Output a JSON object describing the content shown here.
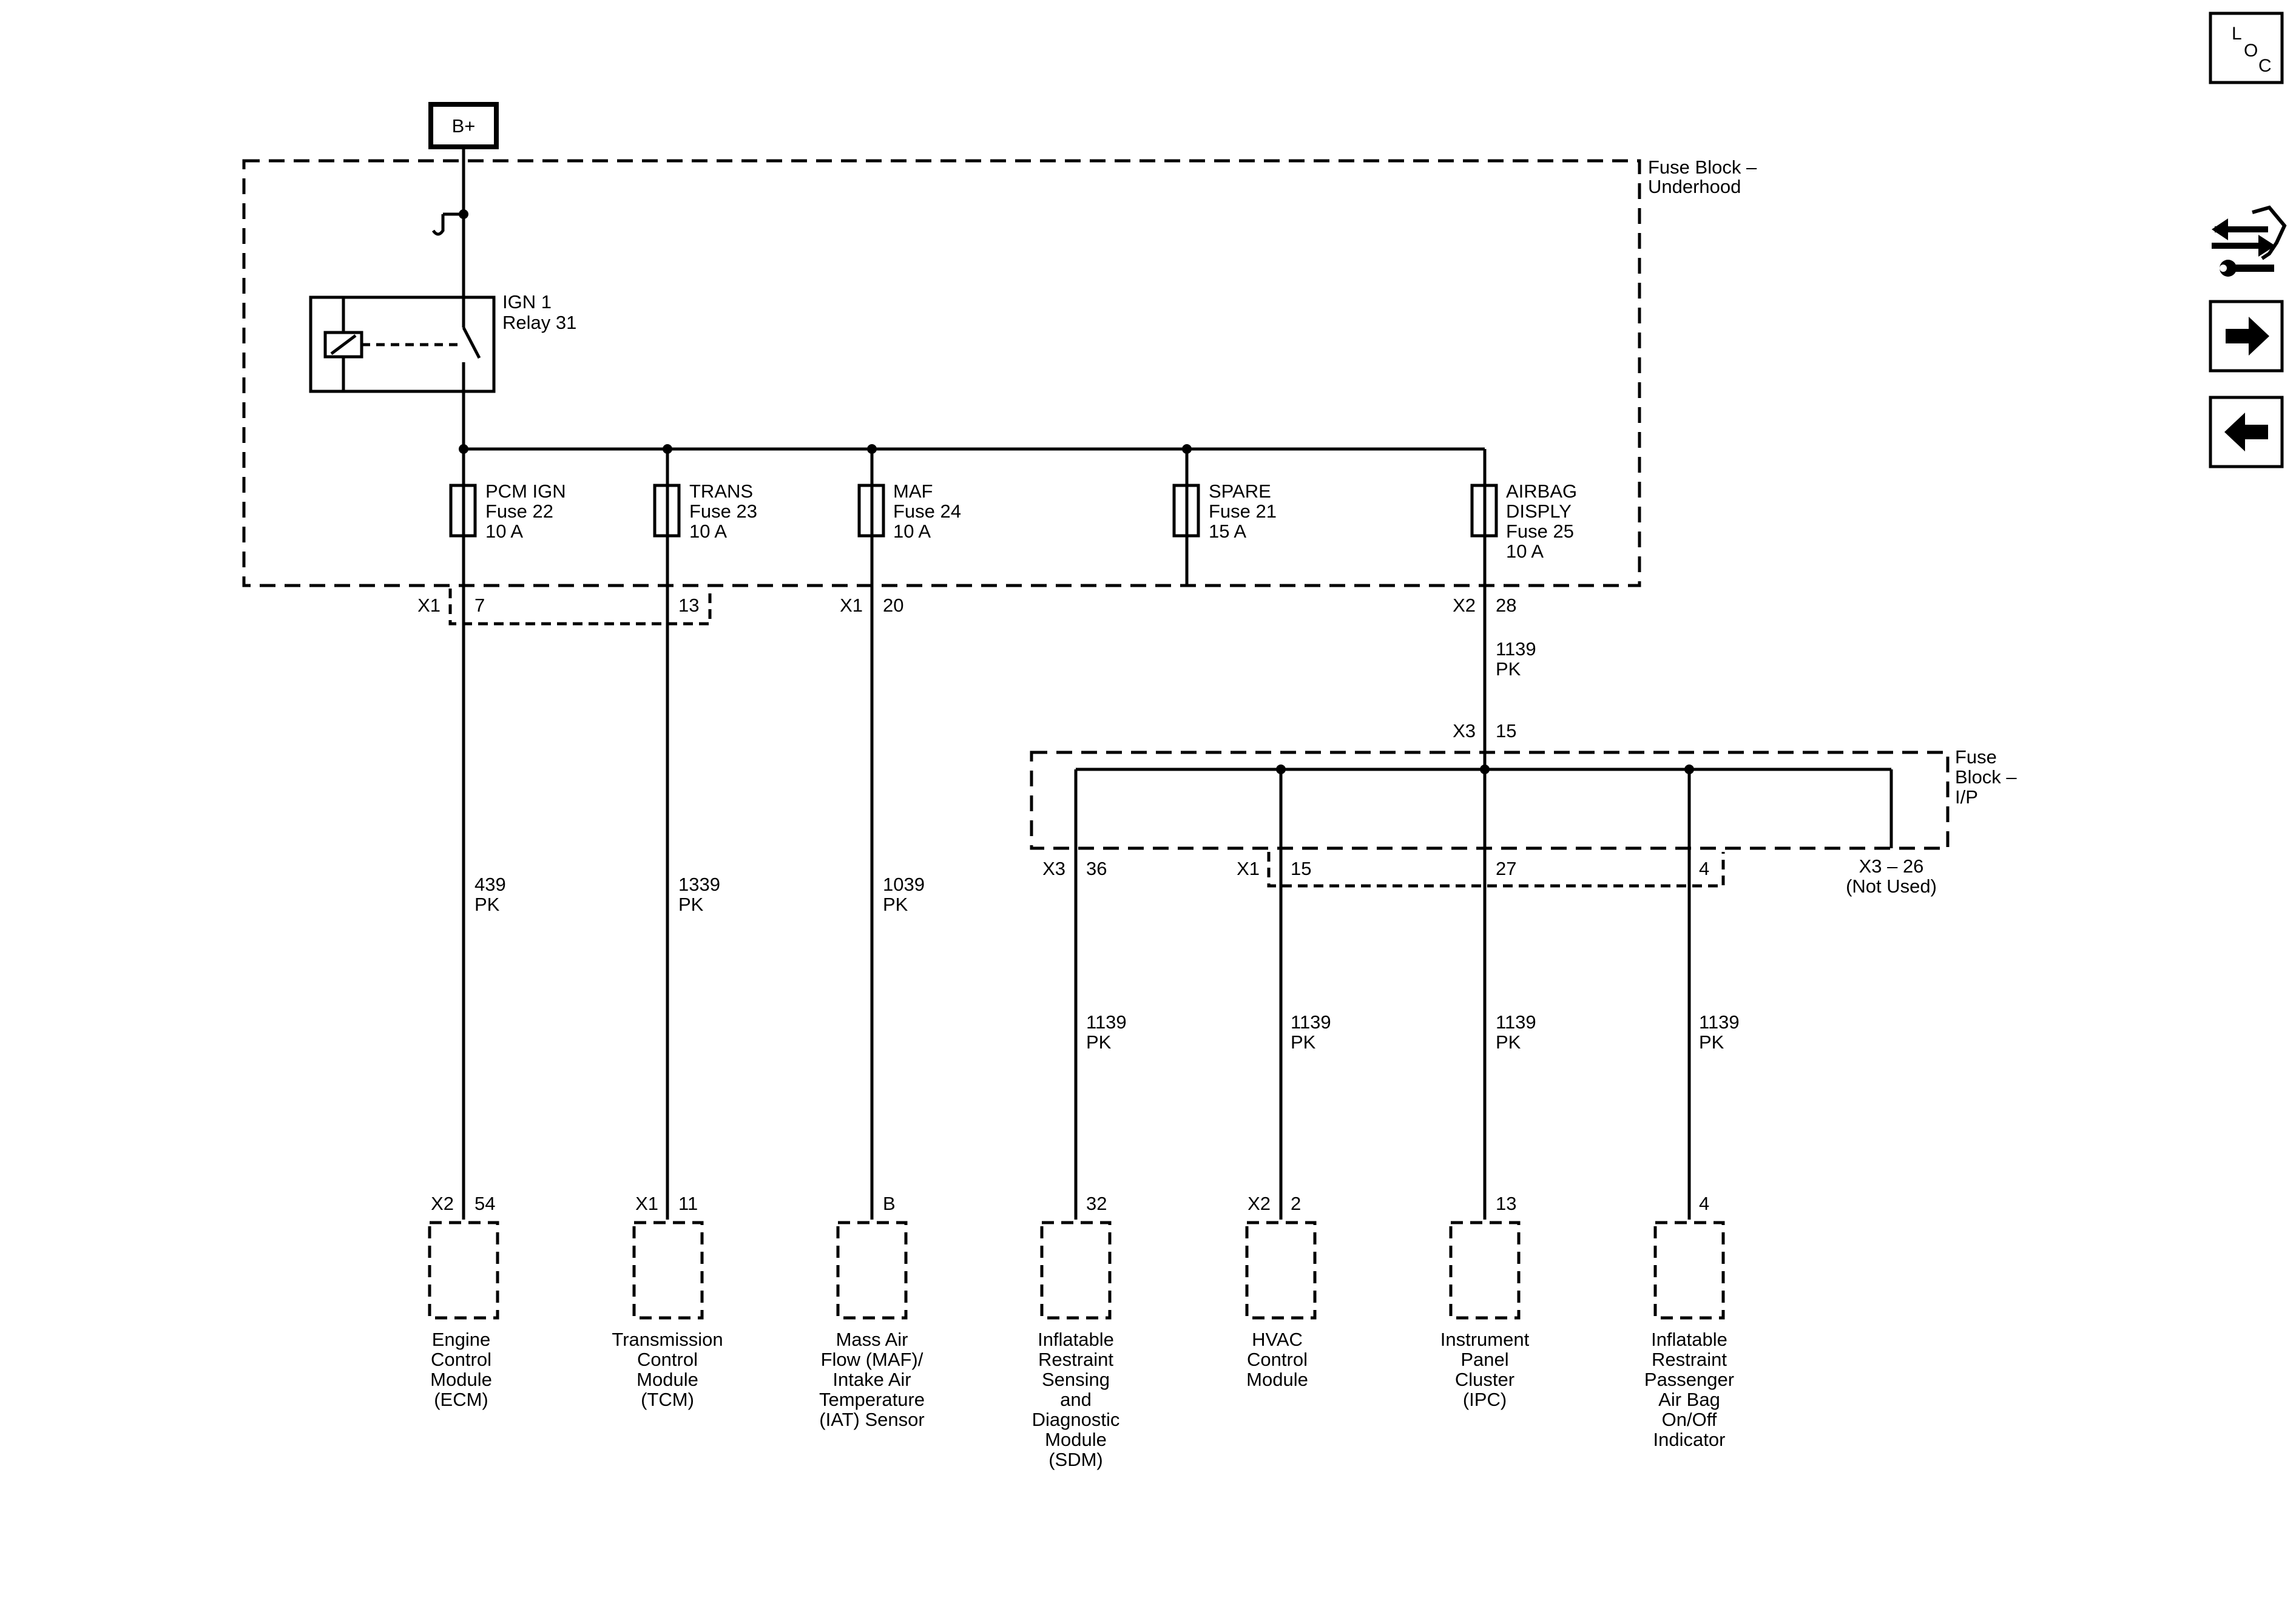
{
  "supply": {
    "label": "B+"
  },
  "fuse_block_underhood": {
    "label_line1": "Fuse Block –",
    "label_line2": "Underhood"
  },
  "relay": {
    "line1": "IGN 1",
    "line2": "Relay 31"
  },
  "fuses": [
    {
      "lines": [
        "PCM IGN",
        "Fuse 22",
        "10 A"
      ]
    },
    {
      "lines": [
        "TRANS",
        "Fuse 23",
        "10 A"
      ]
    },
    {
      "lines": [
        "MAF",
        "Fuse 24",
        "10 A"
      ]
    },
    {
      "lines": [
        "SPARE",
        "Fuse 21",
        "15 A"
      ]
    },
    {
      "lines": [
        "AIRBAG",
        "DISPLY",
        "Fuse 25",
        "10 A"
      ]
    }
  ],
  "connectors_underhood": [
    {
      "conn": "X1",
      "pin": "7"
    },
    {
      "conn": "",
      "pin": "13"
    },
    {
      "conn": "X1",
      "pin": "20"
    },
    {
      "conn": "X2",
      "pin": "28"
    }
  ],
  "feed_wire": {
    "circuit": "1139",
    "color": "PK"
  },
  "ip_entry": {
    "conn": "X3",
    "pin": "15"
  },
  "fuse_block_ip": {
    "line1": "Fuse",
    "line2": "Block –",
    "line3": "I/P"
  },
  "ip_outputs": [
    {
      "conn": "X3",
      "pin": "36"
    },
    {
      "conn": "X1",
      "pin": "15"
    },
    {
      "conn": "",
      "pin": "27"
    },
    {
      "conn": "",
      "pin": "4"
    }
  ],
  "not_used": {
    "line1": "X3 – 26",
    "line2": "(Not Used)"
  },
  "wires": [
    {
      "circuit": "439",
      "color": "PK"
    },
    {
      "circuit": "1339",
      "color": "PK"
    },
    {
      "circuit": "1039",
      "color": "PK"
    },
    {
      "circuit": "1139",
      "color": "PK"
    },
    {
      "circuit": "1139",
      "color": "PK"
    },
    {
      "circuit": "1139",
      "color": "PK"
    },
    {
      "circuit": "1139",
      "color": "PK"
    }
  ],
  "modules": [
    {
      "conn": "X2",
      "pin": "54",
      "name": [
        "Engine",
        "Control",
        "Module",
        "(ECM)"
      ]
    },
    {
      "conn": "X1",
      "pin": "11",
      "name": [
        "Transmission",
        "Control",
        "Module",
        "(TCM)"
      ]
    },
    {
      "conn": "",
      "pin": "B",
      "name": [
        "Mass Air",
        "Flow (MAF)/",
        "Intake Air",
        "Temperature",
        "(IAT) Sensor"
      ]
    },
    {
      "conn": "",
      "pin": "32",
      "name": [
        "Inflatable",
        "Restraint",
        "Sensing",
        "and",
        "Diagnostic",
        "Module",
        "(SDM)"
      ]
    },
    {
      "conn": "X2",
      "pin": "2",
      "name": [
        "HVAC",
        "Control",
        "Module"
      ]
    },
    {
      "conn": "",
      "pin": "13",
      "name": [
        "Instrument",
        "Panel",
        "Cluster",
        "(IPC)"
      ]
    },
    {
      "conn": "",
      "pin": "4",
      "name": [
        "Inflatable",
        "Restraint",
        "Passenger",
        "Air Bag",
        "On/Off",
        "Indicator"
      ]
    }
  ],
  "nav": {
    "loc_letters": [
      "L",
      "O",
      "C"
    ],
    "icons": [
      "arrows-wrench-icon",
      "arrow-right-icon",
      "arrow-left-icon"
    ]
  }
}
